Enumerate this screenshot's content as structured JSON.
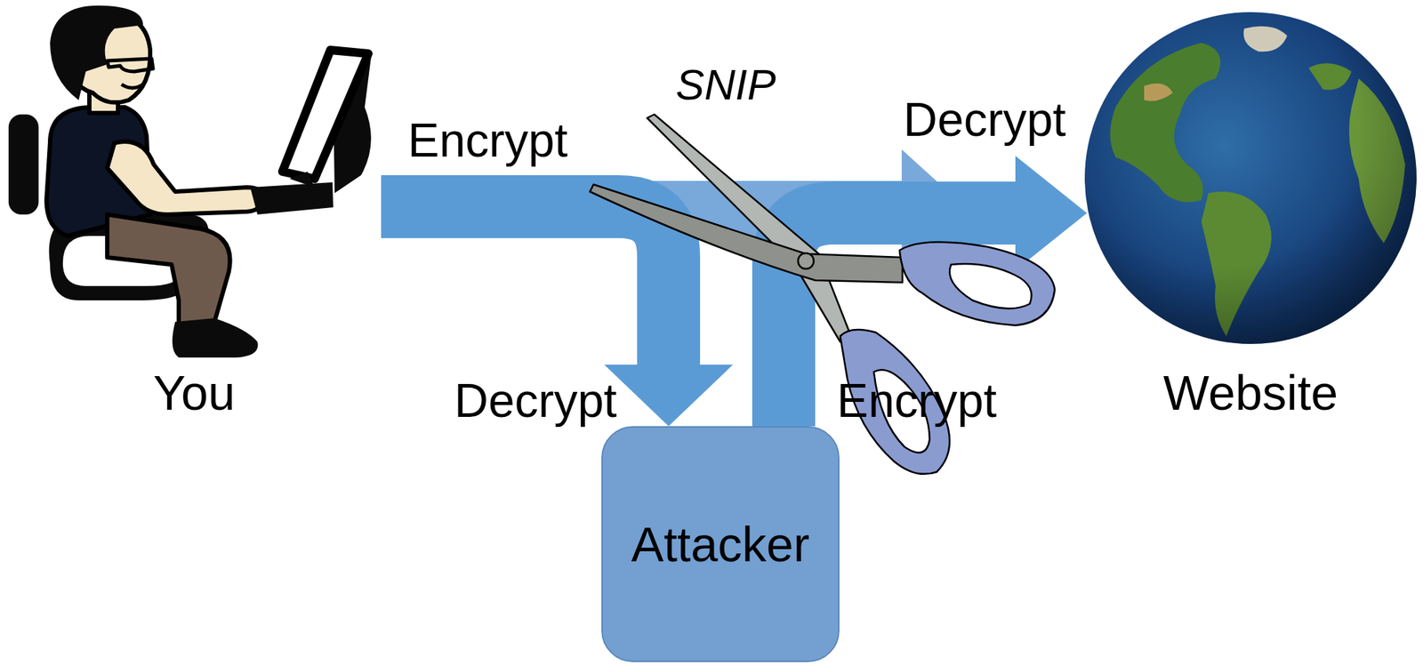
{
  "diagram": {
    "nodes": [
      {
        "text": [
          "You"
        ]
      },
      {
        "text": [
          "Attacker"
        ]
      },
      {
        "text": [
          "Website"
        ]
      }
    ],
    "edges": [
      {
        "from": 0,
        "to": 2,
        "arrow": "to"
      },
      {
        "from": 0,
        "to": 1,
        "arrow": "to"
      },
      {
        "from": 1,
        "to": 2,
        "arrow": "to"
      }
    ],
    "labels": [
      "Encrypt",
      "SNIP",
      "Decrypt",
      "Decrypt",
      "Encrypt"
    ]
  }
}
